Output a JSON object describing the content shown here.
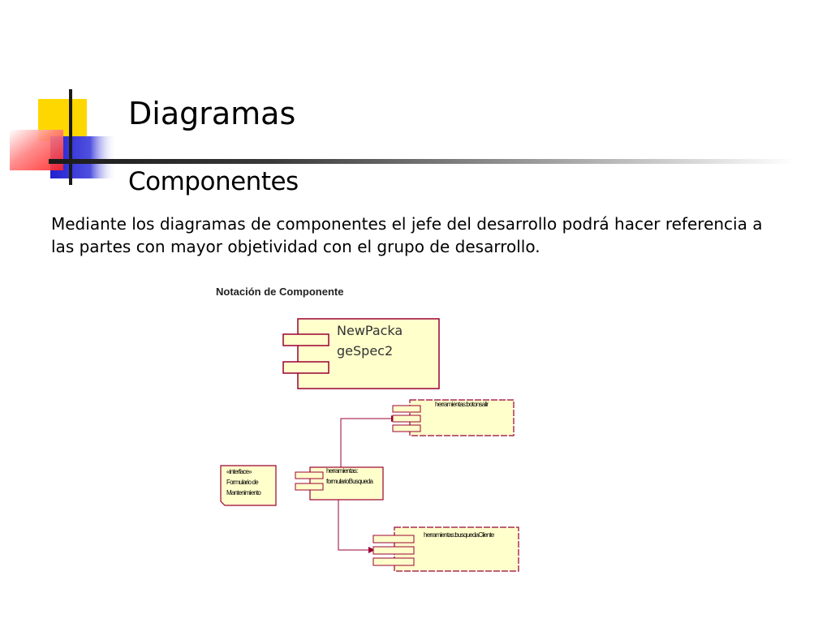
{
  "slide": {
    "title": "Diagramas",
    "subtitle": "Componentes",
    "body": "Mediante los diagramas de componentes el jefe del desarrollo podrá hacer referencia a las partes con mayor objetividad con el grupo de desarrollo."
  },
  "figure": {
    "caption": "Notación de Componente",
    "main_component": {
      "line1": "NewPacka",
      "line2": "geSpec2"
    },
    "interface_note": {
      "line1": "«interface»",
      "line2": "Formulario de",
      "line3": "Mantenimiento"
    },
    "center_component": {
      "line1": "herramientas:",
      "line2": "formularioBusqueda"
    },
    "top_component": {
      "label": "herramientas:botonsalir"
    },
    "bottom_component": {
      "label": "herramientas:busquedaCliente"
    }
  },
  "colors": {
    "box_fill": "#ffffcc",
    "box_stroke": "#990033",
    "yellow": "#ffd700",
    "blue": "#2b2bd6",
    "red": "#ff3030"
  }
}
